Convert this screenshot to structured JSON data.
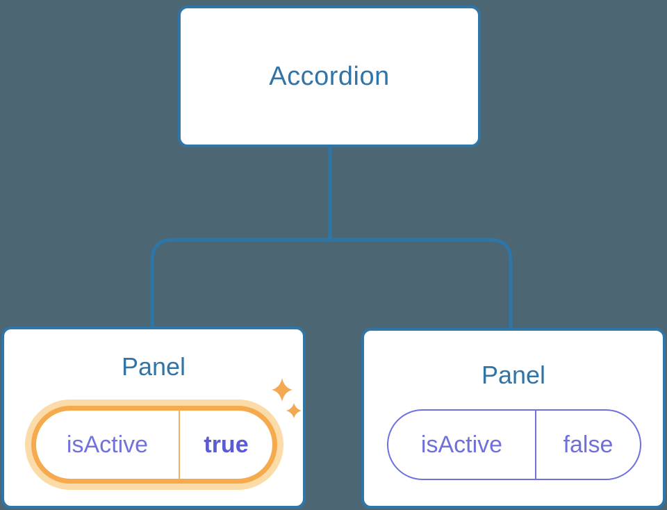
{
  "diagram": {
    "type": "component-tree",
    "root_node": {
      "label": "Accordion"
    },
    "panels": [
      {
        "label": "Panel",
        "state": {
          "name": "isActive",
          "value": "true"
        },
        "highlighted": true
      },
      {
        "label": "Panel",
        "state": {
          "name": "isActive",
          "value": "false"
        },
        "highlighted": false
      }
    ],
    "icons": [
      "sparkle-large-icon",
      "sparkle-small-icon"
    ],
    "colors": {
      "background": "#4C6673",
      "node_fill": "#FFFFFF",
      "node_border": "#2E76A8",
      "node_text": "#3274A6",
      "connector": "#2E76A8",
      "state_text": "#6E70DB",
      "state_value_active": "#5B5BD6",
      "highlight_border": "#F5AA4D",
      "highlight_halo": "#FBDBA7",
      "sparkle": "#F3A952"
    }
  }
}
